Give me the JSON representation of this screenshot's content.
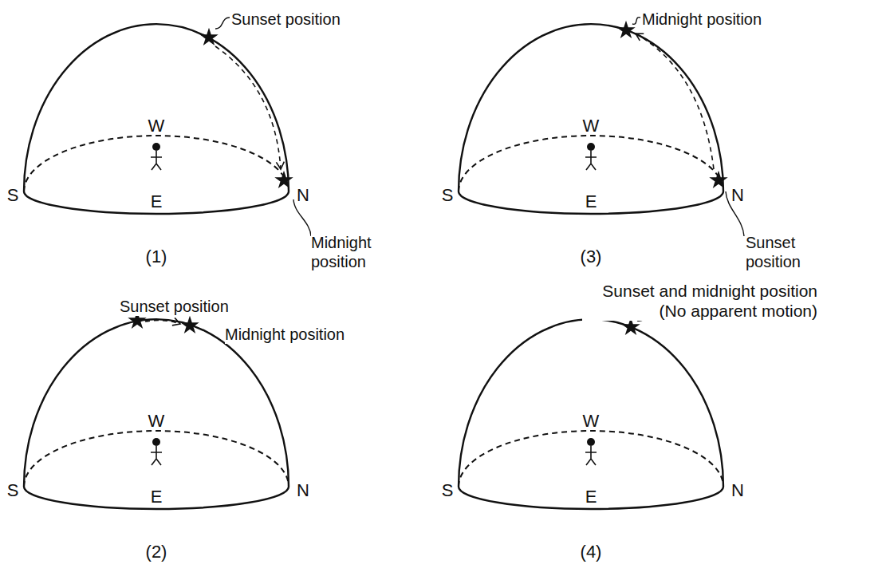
{
  "diagram": {
    "labels": [
      "Sunset position",
      "W",
      "S",
      "E",
      "N",
      "Midnight position",
      "(1)",
      "Midnight position",
      "W",
      "S",
      "E",
      "N",
      "Sunset position",
      "(3)",
      "Sunset position",
      "Midnight position",
      "W",
      "S",
      "E",
      "N",
      "(2)",
      "Sunset and midnight position (No apparent motion)",
      "W",
      "S",
      "E",
      "N",
      "(4)"
    ]
  }
}
